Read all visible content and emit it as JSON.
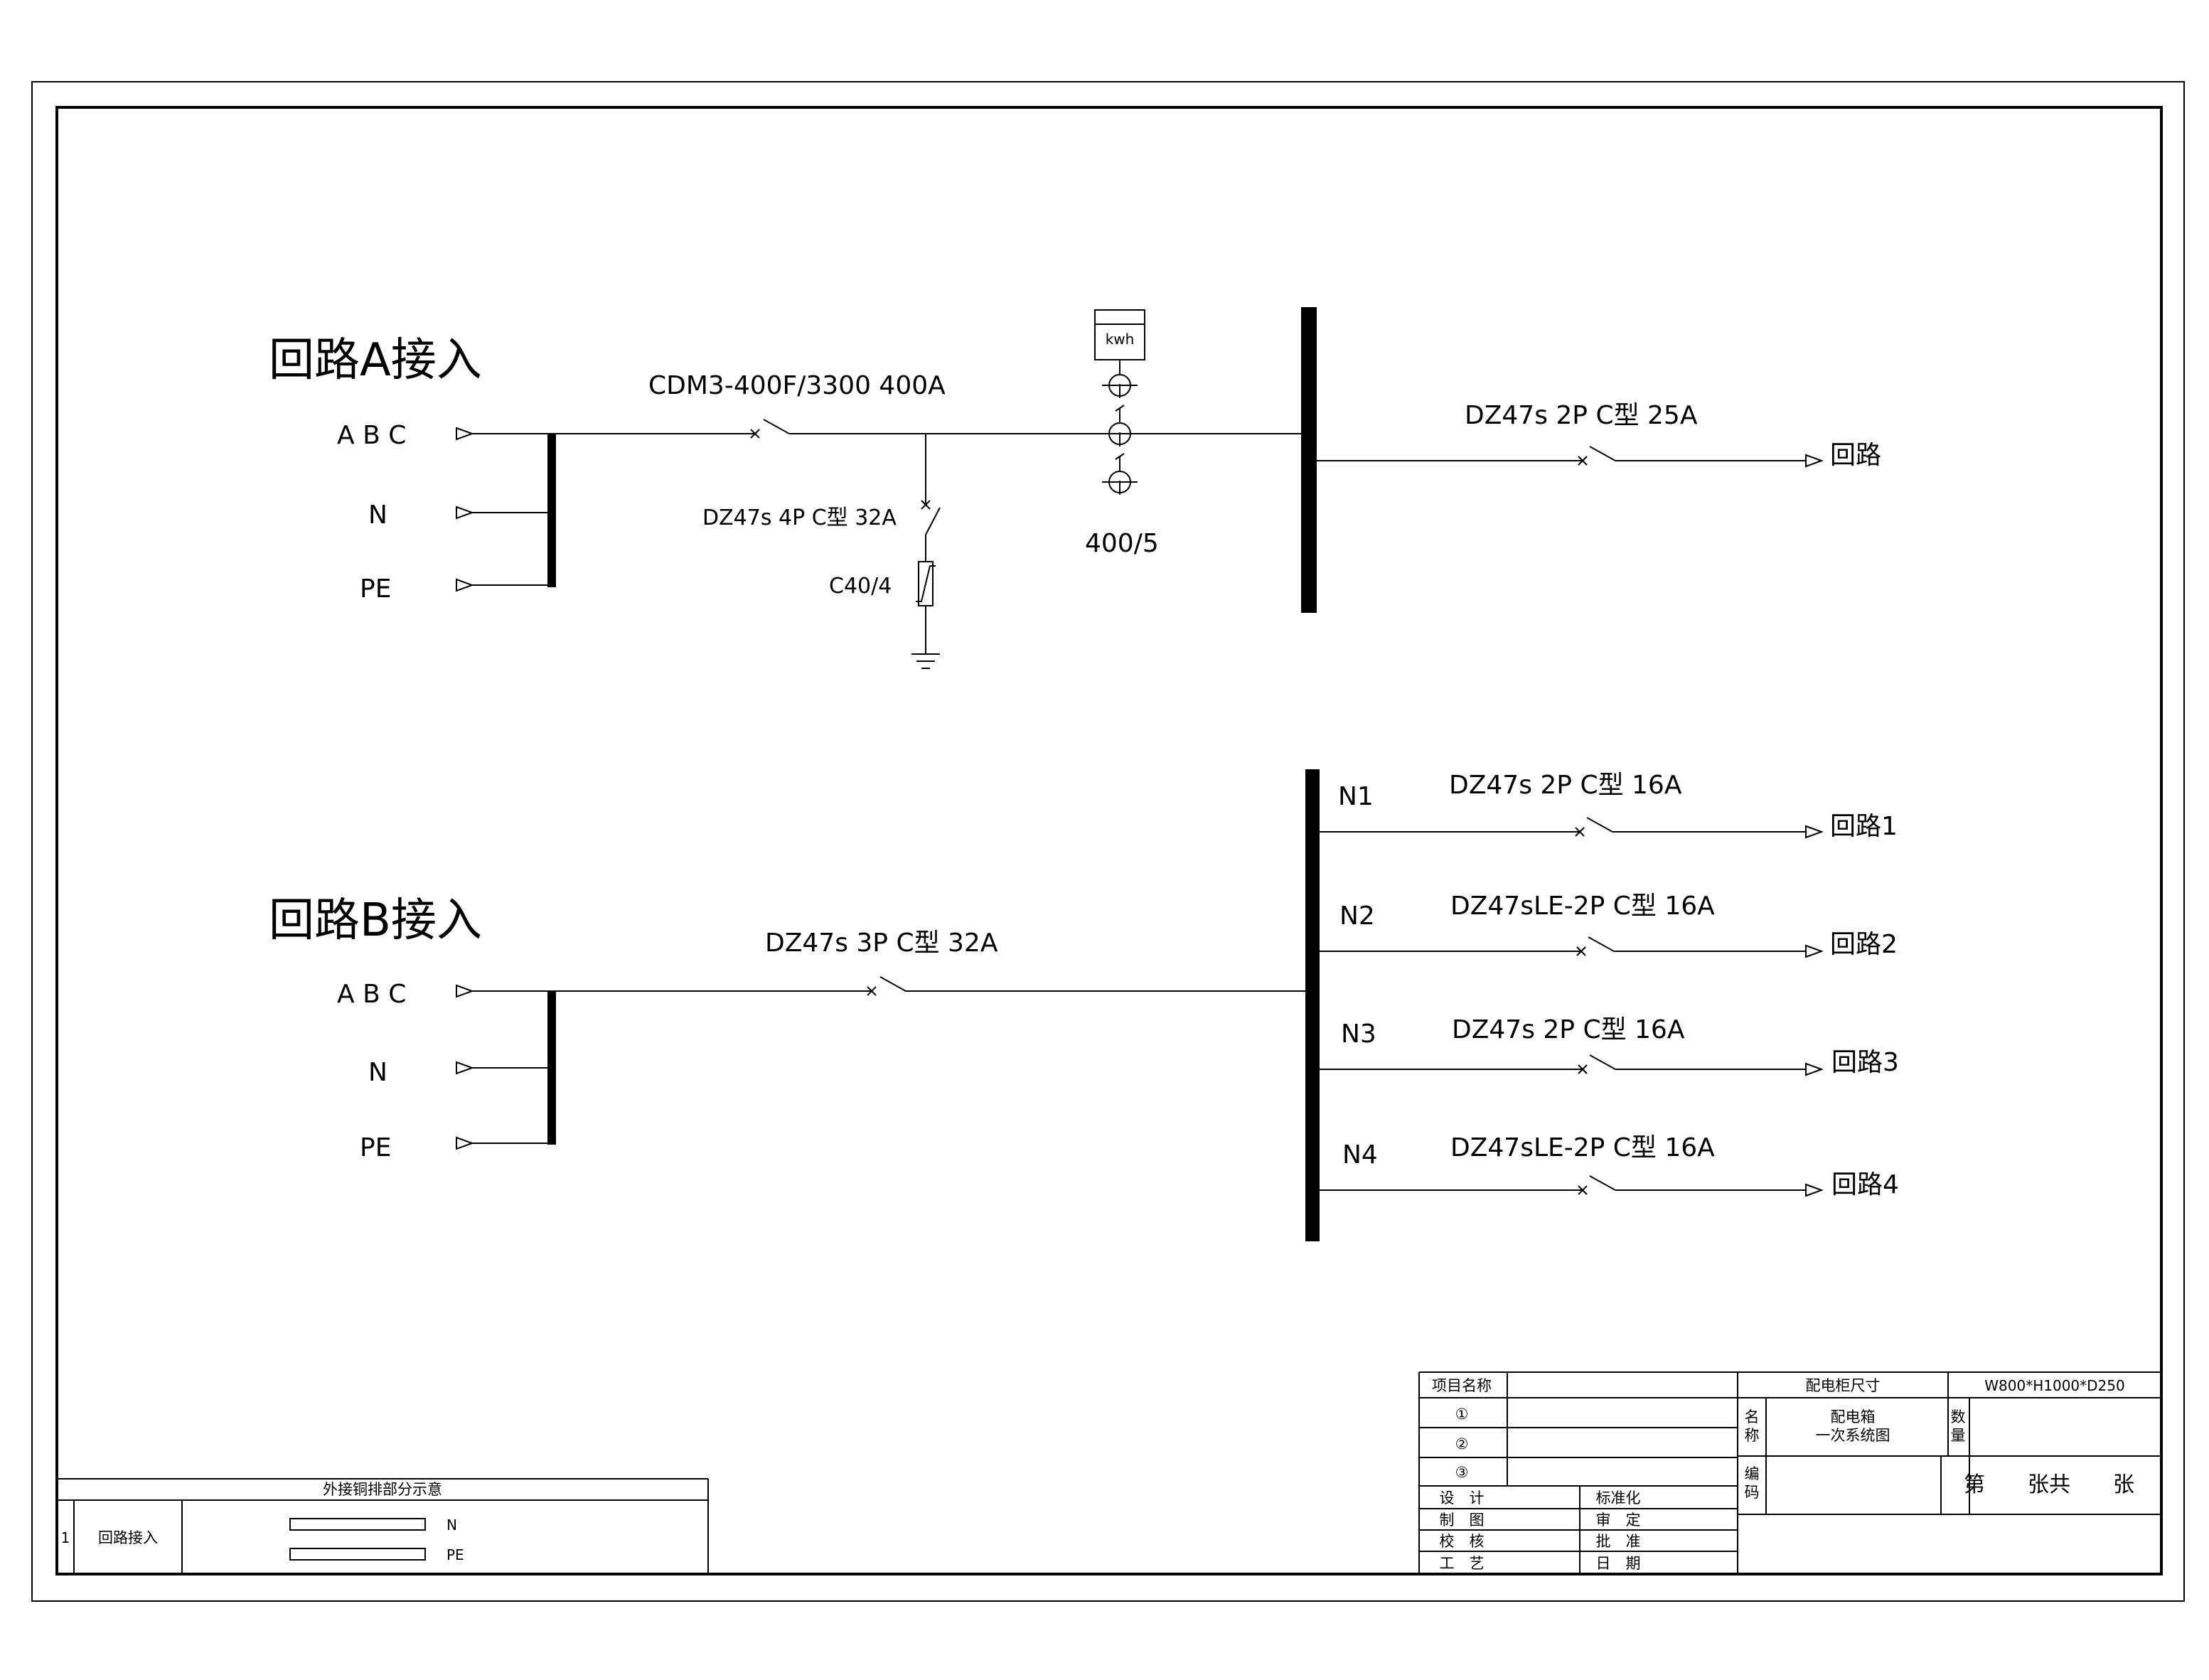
{
  "circuit_a": {
    "title": "回路A接入",
    "phase_labels": [
      "A B C",
      "N",
      "PE"
    ],
    "main_breaker": "CDM3-400F/3300 400A",
    "spd_breaker": "DZ47s 4P C型 32A",
    "spd": "C40/4",
    "meter": "kwh",
    "ct_ratio": "400/5",
    "outgoing_breaker": "DZ47s 2P C型 25A",
    "outgoing_label": "回路"
  },
  "circuit_b": {
    "title": "回路B接入",
    "phase_labels": [
      "A B C",
      "N",
      "PE"
    ],
    "main_breaker": "DZ47s 3P C型 32A",
    "branches": [
      {
        "tag": "N1",
        "breaker": "DZ47s 2P C型 16A",
        "out": "回路1"
      },
      {
        "tag": "N2",
        "breaker": "DZ47sLE-2P C型 16A",
        "out": "回路2"
      },
      {
        "tag": "N3",
        "breaker": "DZ47s 2P C型 16A",
        "out": "回路3"
      },
      {
        "tag": "N4",
        "breaker": "DZ47sLE-2P C型 16A",
        "out": "回路4"
      }
    ]
  },
  "busbar_table": {
    "title": "外接铜排部分示意",
    "row_no": "1",
    "row_name": "回路接入",
    "bars": [
      "N",
      "PE"
    ]
  },
  "title_block": {
    "project_name": "项目名称",
    "circled": [
      "①",
      "②",
      "③"
    ],
    "roles_left": [
      "设　计",
      "制　图",
      "校　核",
      "工　艺"
    ],
    "roles_right": [
      "标准化",
      "审　定",
      "批　准",
      "日　期"
    ],
    "cabinet_size_label": "配电柜尺寸",
    "cabinet_size": "W800*H1000*D250",
    "name_label_1": "名",
    "name_label_2": "称",
    "name_line_1": "配电箱",
    "name_line_2": "一次系统图",
    "qty_label_1": "数",
    "qty_label_2": "量",
    "code_label_1": "编",
    "code_label_2": "码",
    "sheet": "第　　张共　　张"
  }
}
